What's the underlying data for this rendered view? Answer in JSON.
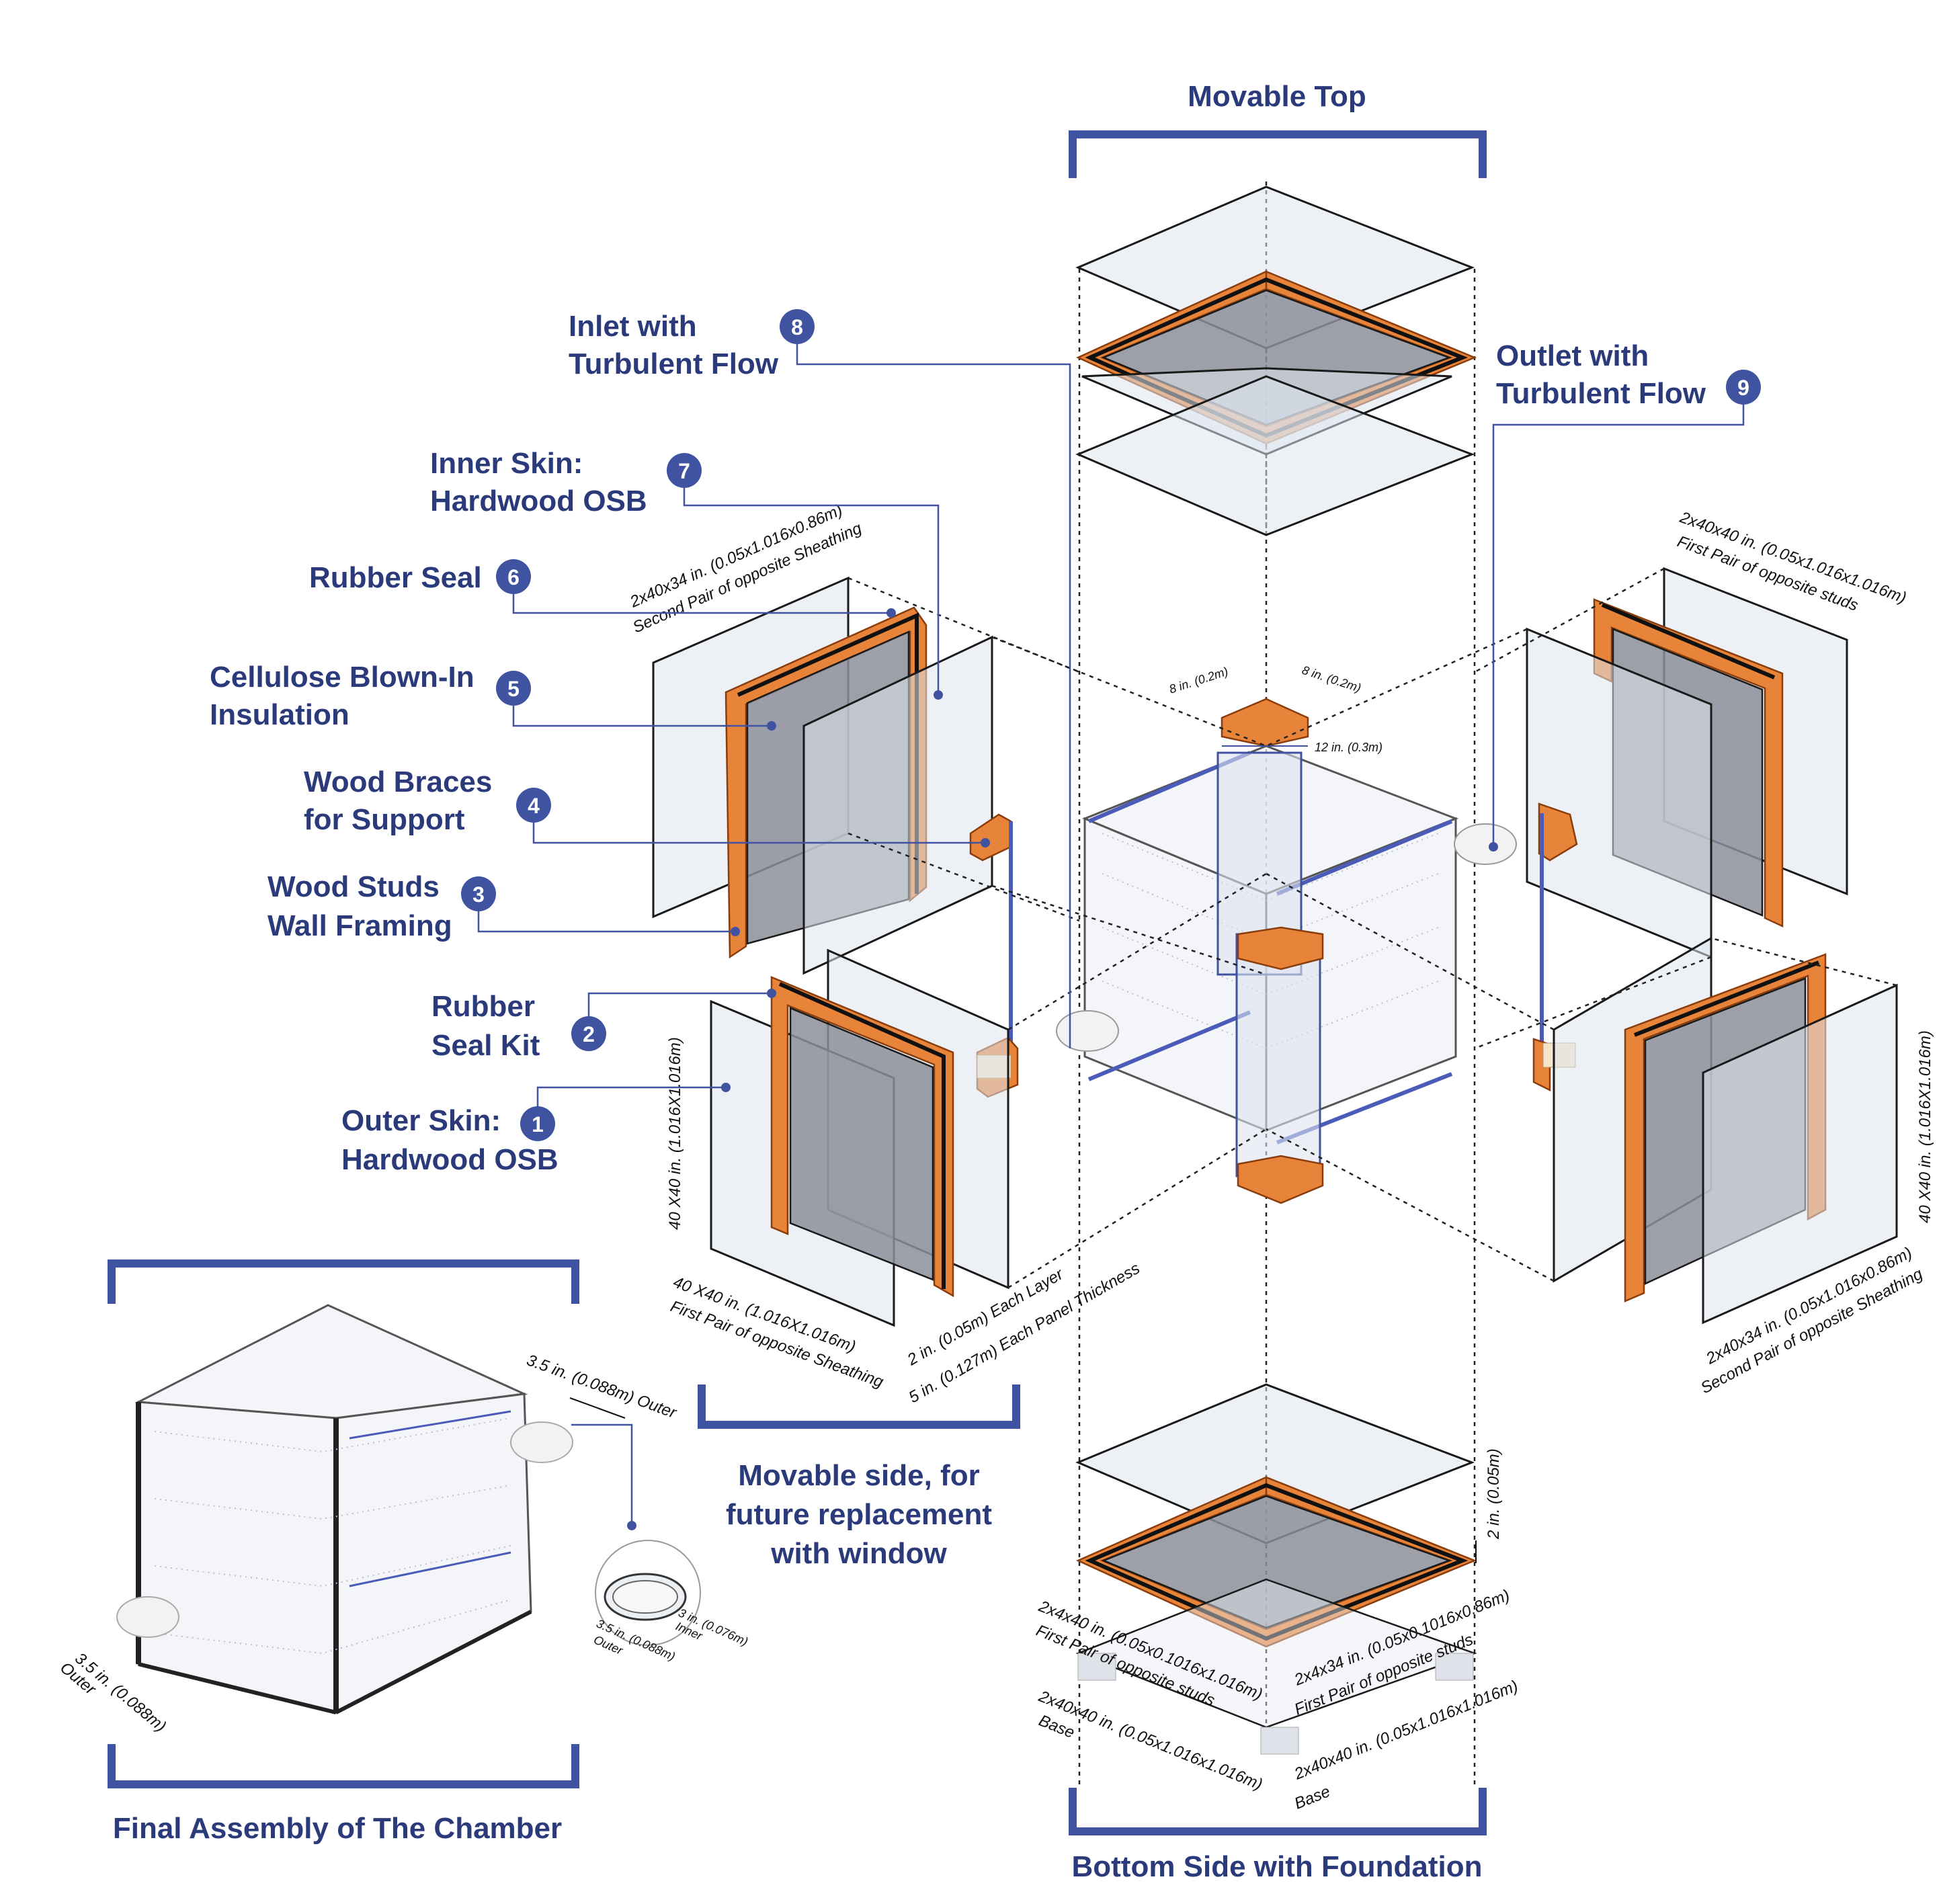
{
  "sections": {
    "movable_top": "Movable Top",
    "bottom_side": "Bottom Side with Foundation",
    "movable_side": [
      "Movable side, for",
      "future replacement",
      "with window"
    ],
    "final_assembly": "Final Assembly of The Chamber"
  },
  "callouts": [
    {
      "number": "1",
      "lines": [
        "Outer Skin:",
        "Hardwood OSB"
      ]
    },
    {
      "number": "2",
      "lines": [
        "Rubber",
        "Seal Kit"
      ]
    },
    {
      "number": "3",
      "lines": [
        "Wood Studs",
        "Wall Framing"
      ]
    },
    {
      "number": "4",
      "lines": [
        "Wood Braces",
        "for Support"
      ]
    },
    {
      "number": "5",
      "lines": [
        "Cellulose Blown-In",
        "Insulation"
      ]
    },
    {
      "number": "6",
      "lines": [
        "Rubber Seal"
      ]
    },
    {
      "number": "7",
      "lines": [
        "Inner Skin:",
        "Hardwood OSB"
      ]
    },
    {
      "number": "8",
      "lines": [
        "Inlet with",
        "Turbulent Flow"
      ]
    },
    {
      "number": "9",
      "lines": [
        "Outlet with",
        "Turbulent Flow"
      ]
    }
  ],
  "dimensions": {
    "left_top_panel": [
      "2x40x34 in. (0.05x1.016x0.86m)",
      "Second Pair of opposite Sheathing"
    ],
    "right_top_panel": [
      "2x40x40 in. (0.05x1.016x1.016m)",
      "First Pair of opposite studs"
    ],
    "left_bottom_height": "40 X40 in. (1.016X1.016m)",
    "left_bottom_width": [
      "40 X40 in. (1.016X1.016m)",
      "First Pair of opposite Sheathing"
    ],
    "layer": "2 in. (0.05m) Each Layer",
    "panel_thickness": "5 in. (0.127m) Each Panel Thickness",
    "right_bottom_height": "40 X40 in. (1.016X1.016m)",
    "right_bottom_panel": [
      "2x40x34 in. (0.05x1.016x0.86m)",
      "Second Pair of opposite Sheathing"
    ],
    "brace_a": "8 in. (0.2m)",
    "brace_b": "8 in. (0.2m)",
    "brace_c": "12 in. (0.3m)",
    "outer_pipe": "3.5 in. (0.088m) Outer",
    "pipe_inner": [
      "3 in. (0.076m)",
      "Inner"
    ],
    "pipe_outer": [
      "3.5 in. (0.088m)",
      "Outer"
    ],
    "assembly_outer": [
      "3.5 in. (0.088m)",
      "Outer"
    ],
    "base_thickness": "2 in. (0.05m)",
    "base_studs_first": [
      "2x4x40 in. (0.05x0.1016x1.016m)",
      "First Pair of opposite studs"
    ],
    "base_studs_second": [
      "2x4x34 in. (0.05x0.1016x0.86m)",
      "First Pair of opposite studs"
    ],
    "base_left": [
      "2x40x40 in. (0.05x1.016x1.016m)",
      "Base"
    ],
    "base_right": [
      "2x40x40 in. (0.05x1.016x1.016m)",
      "Base"
    ]
  },
  "colors": {
    "label": "#2b3a7a",
    "accent_blue": "#3f53a1",
    "stud_orange": "#e8843a",
    "insulation_gray": "#8c8f9a"
  }
}
